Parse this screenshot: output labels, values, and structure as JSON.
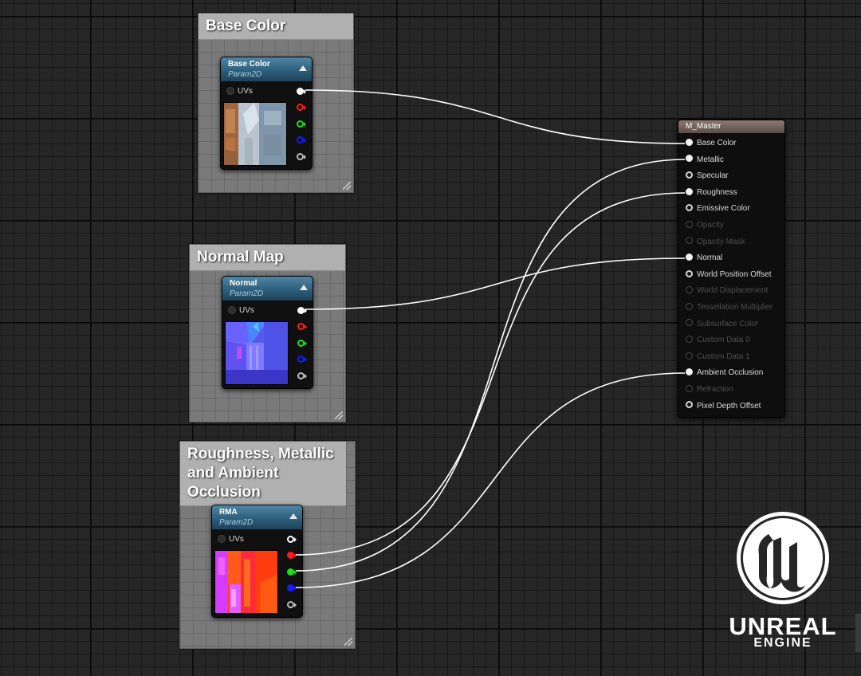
{
  "comments": [
    {
      "title": "Base Color"
    },
    {
      "title": "Normal Map"
    },
    {
      "title": "Roughness, Metallic and Ambient Occlusion"
    }
  ],
  "texture_nodes": [
    {
      "name": "Base Color",
      "type": "Param2D",
      "input_label": "UVs"
    },
    {
      "name": "Normal",
      "type": "Param2D",
      "input_label": "UVs"
    },
    {
      "name": "RMA",
      "type": "Param2D",
      "input_label": "UVs"
    }
  ],
  "master_node": {
    "title": "M_Master",
    "inputs": [
      {
        "label": "Base Color",
        "state": "connected"
      },
      {
        "label": "Metallic",
        "state": "connected"
      },
      {
        "label": "Specular",
        "state": "available"
      },
      {
        "label": "Roughness",
        "state": "connected"
      },
      {
        "label": "Emissive Color",
        "state": "available"
      },
      {
        "label": "Opacity",
        "state": "disabled"
      },
      {
        "label": "Opacity Mask",
        "state": "disabled"
      },
      {
        "label": "Normal",
        "state": "connected"
      },
      {
        "label": "World Position Offset",
        "state": "available"
      },
      {
        "label": "World Displacement",
        "state": "disabled"
      },
      {
        "label": "Tessellation Multiplier",
        "state": "disabled"
      },
      {
        "label": "Subsurface Color",
        "state": "disabled"
      },
      {
        "label": "Custom Data 0",
        "state": "disabled"
      },
      {
        "label": "Custom Data 1",
        "state": "disabled"
      },
      {
        "label": "Ambient Occlusion",
        "state": "connected"
      },
      {
        "label": "Refraction",
        "state": "disabled"
      },
      {
        "label": "Pixel Depth Offset",
        "state": "available"
      }
    ]
  },
  "connections": [
    {
      "from": "Base Color.RGB",
      "to": "Base Color"
    },
    {
      "from": "Normal.RGB",
      "to": "Normal"
    },
    {
      "from": "RMA.R",
      "to": "Roughness"
    },
    {
      "from": "RMA.G",
      "to": "Metallic"
    },
    {
      "from": "RMA.B",
      "to": "Ambient Occlusion"
    }
  ],
  "logo": {
    "word": "UNREAL",
    "sub": "ENGINE"
  },
  "colors": {
    "pin_rgb": "#ffffff",
    "pin_r": "#ff1a1a",
    "pin_g": "#1adf1a",
    "pin_b": "#1a1aff",
    "pin_a": "#bbbbbb",
    "wire": "#ffffff",
    "node_header": "#2b5b78",
    "master_header": "#6b5a52"
  },
  "icons": [
    "collapse-arrow-icon",
    "resize-grip-icon",
    "unreal-logo-icon"
  ]
}
